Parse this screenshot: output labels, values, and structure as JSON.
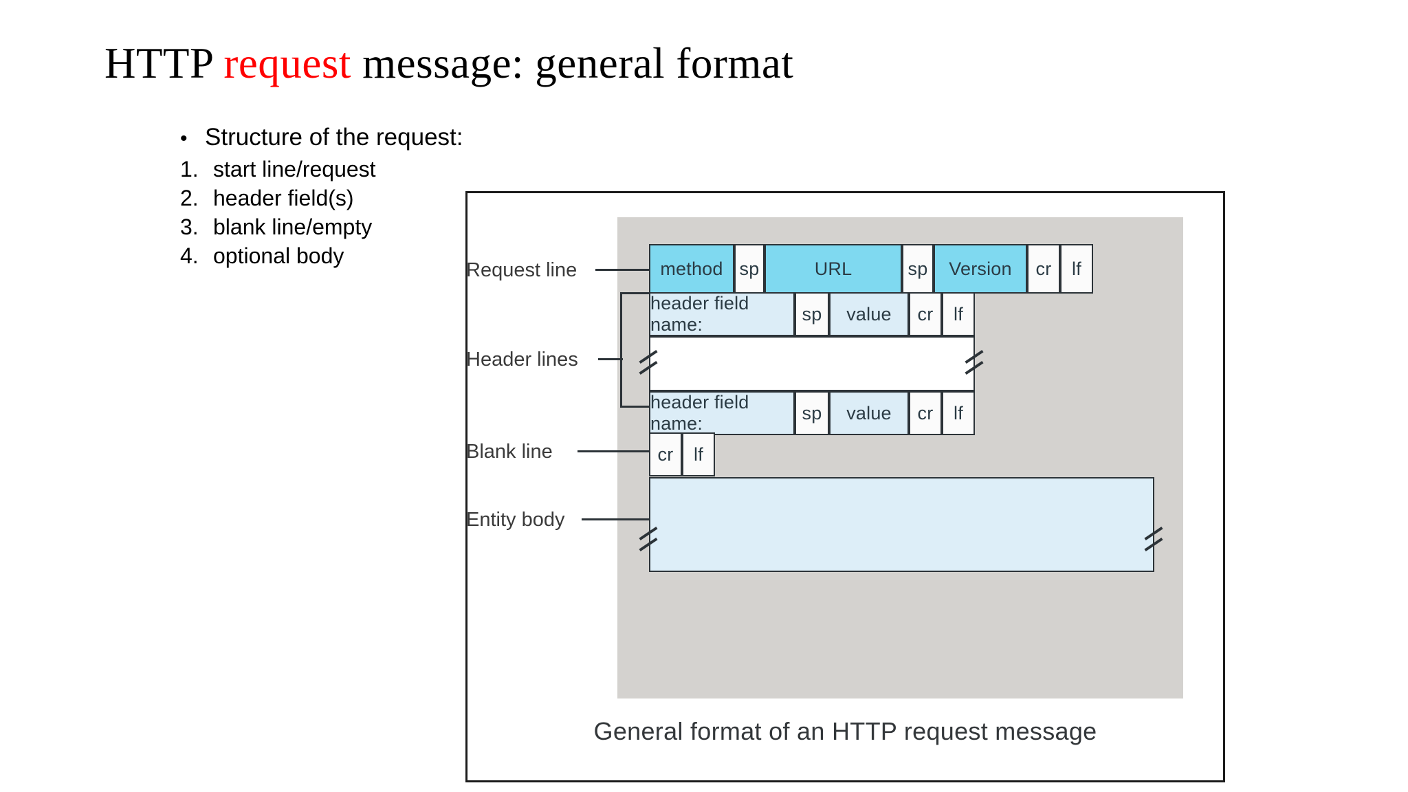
{
  "slide": {
    "title_parts": {
      "before": "HTTP ",
      "highlight": "request",
      "after": " message: general format"
    },
    "title_highlight_color": "#ff0000"
  },
  "content": {
    "bullet": {
      "marker": "•",
      "text": "Structure of the request:"
    },
    "numbered_items": [
      {
        "marker": "1.",
        "text": "start line/request"
      },
      {
        "marker": "2.",
        "text": "header field(s)"
      },
      {
        "marker": "3.",
        "text": "blank line/empty"
      },
      {
        "marker": "4.",
        "text": "optional body"
      }
    ]
  },
  "figure": {
    "caption": "General format of an HTTP request message",
    "labels": {
      "request_line": "Request line",
      "header_lines": "Header lines",
      "blank_line": "Blank line",
      "entity_body": "Entity body"
    },
    "request_line_cells": [
      {
        "text": "method",
        "style": "cyan"
      },
      {
        "text": "sp",
        "style": "white"
      },
      {
        "text": "URL",
        "style": "cyan"
      },
      {
        "text": "sp",
        "style": "white"
      },
      {
        "text": "Version",
        "style": "cyan"
      },
      {
        "text": "cr",
        "style": "white"
      },
      {
        "text": "lf",
        "style": "white"
      }
    ],
    "header_line_cells": [
      {
        "text": "header field name:",
        "style": "lightb"
      },
      {
        "text": "sp",
        "style": "white"
      },
      {
        "text": "value",
        "style": "lightb"
      },
      {
        "text": "cr",
        "style": "white"
      },
      {
        "text": "lf",
        "style": "white"
      }
    ],
    "blank_line_cells": [
      {
        "text": "cr",
        "style": "white"
      },
      {
        "text": "lf",
        "style": "white"
      }
    ],
    "entity_body_cell": {
      "text": "",
      "style": "body"
    },
    "colors": {
      "panel_gray": "#d4d2cf",
      "cyan": "#7fd9f0",
      "light_blue": "#dcedf7",
      "body_blue": "#ddeef8",
      "border": "#2c3338",
      "frame": "#1b1b1b"
    }
  }
}
